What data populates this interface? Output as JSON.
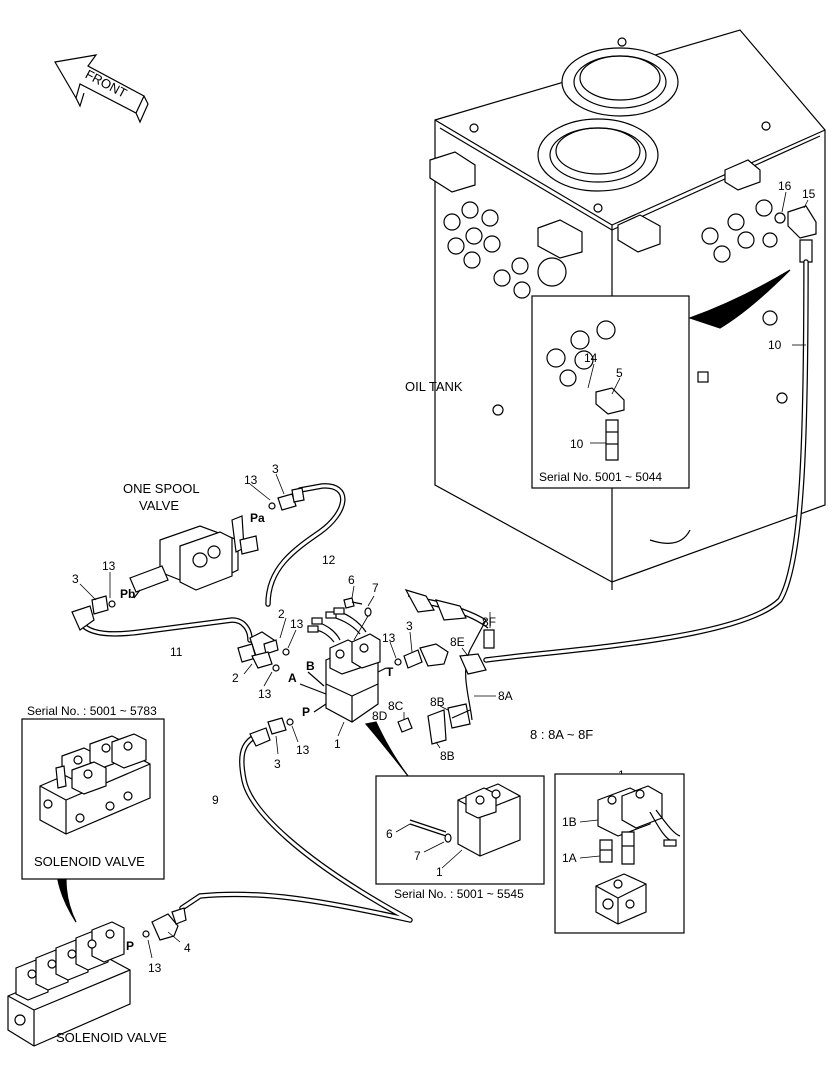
{
  "direction_arrow": {
    "label": "FRONT"
  },
  "components": {
    "oil_tank": "OIL TANK",
    "one_spool_valve": [
      "ONE SPOOL",
      "VALVE"
    ],
    "solenoid_valve_inset": "SOLENOID VALVE",
    "solenoid_valve_bottom": "SOLENOID VALVE",
    "note_8": "8 : 8A ~ 8F"
  },
  "insets": {
    "tank_inset_serial": "Serial No. 5001 ~ 5044",
    "left_inset_serial": "Serial No.  : 5001 ~ 5783",
    "center_inset_serial": "Serial No. : 5001 ~ 5545"
  },
  "port_labels": {
    "pa": "Pa",
    "pb": "Pb",
    "b": "B",
    "a": "A",
    "t": "T",
    "p_main": "P",
    "p_bottom": "P"
  },
  "callouts": {
    "c16": "16",
    "c15": "15",
    "c14": "14",
    "c5": "5",
    "c10_top": "10",
    "c10_inset": "10",
    "c13_top": "13",
    "c3_top": "3",
    "c12": "12",
    "c6": "6",
    "c7": "7",
    "c3_left": "3",
    "c13_left": "13",
    "c11": "11",
    "c2_up": "2",
    "c13_mid": "13",
    "c2_low": "2",
    "c13_low": "13",
    "c13_t": "13",
    "c3_t": "3",
    "c8e": "8E",
    "c8f": "8F",
    "c8a": "8A",
    "c8c": "8C",
    "c8d": "8D",
    "c8b_top": "8B",
    "c8b_bot": "8B",
    "c1_main": "1",
    "c13_p": "13",
    "c3_p": "3",
    "c9": "9",
    "c6_inset": "6",
    "c7_inset": "7",
    "c1_inset": "1",
    "c1_right": "1",
    "c1b": "1B",
    "c1a": "1A",
    "c4": "4",
    "c13_bottom": "13"
  }
}
